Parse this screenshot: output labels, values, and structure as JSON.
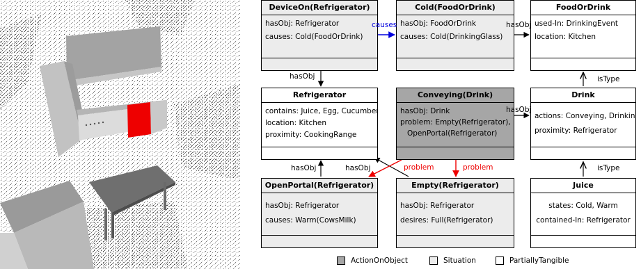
{
  "boxes": {
    "device_on": {
      "title": "DeviceOn(Refrigerator)",
      "lines": [
        "hasObj: Refrigerator",
        "causes: Cold(FoodOrDrink)"
      ]
    },
    "cold": {
      "title": "Cold(FoodOrDrink)",
      "lines": [
        "hasObj: FoodOrDrink",
        "causes: Cold(DrinkingGlass)"
      ]
    },
    "food_or_drink": {
      "title": "FoodOrDrink",
      "lines": [
        "used-In: DrinkingEvent",
        "location: Kitchen"
      ]
    },
    "refrigerator": {
      "title": "Refrigerator",
      "lines": [
        "contains: Juice, Egg, Cucumber",
        "location: Kitchen",
        "proximity: CookingRange"
      ]
    },
    "conveying": {
      "title": "Conveying(Drink)",
      "lines": [
        "hasObj: Drink",
        "problem: Empty(Refrigerator),",
        "OpenPortal(Refrigerator)"
      ]
    },
    "drink": {
      "title": "Drink",
      "lines": [
        "actions: Conveying, Drinking",
        "proximity: Refrigerator"
      ]
    },
    "open_portal": {
      "title": "OpenPortal(Refrigerator)",
      "lines": [
        "hasObj: Refrigerator",
        "causes: Warm(CowsMilk)"
      ]
    },
    "empty": {
      "title": "Empty(Refrigerator)",
      "lines": [
        "hasObj: Refrigerator",
        "desires: Full(Refrigerator)"
      ]
    },
    "juice": {
      "title": "Juice",
      "lines": [
        "states: Cold, Warm",
        "contained-In: Refrigerator"
      ]
    }
  },
  "edge_labels": {
    "causes": "causes",
    "hasobj_cold_fod": "hasObj",
    "hasobj_deviceon_fridge": "hasObj",
    "istype_drink_fod": "isType",
    "hasobj_conveying_drink": "hasObj",
    "hasobj_open_fridge": "hasObj",
    "hasobj_empty_fridge": "hasObj",
    "problem_open": "problem",
    "problem_empty": "problem",
    "istype_juice_drink": "isType"
  },
  "legend": {
    "action": "ActionOnObject",
    "situation": "Situation",
    "tangible": "PartiallyTangible"
  },
  "colors": {
    "action": "#a6a6a6",
    "situation": "#ececec",
    "tangible": "#ffffff",
    "causes_edge": "#0000dd",
    "problem_edge": "#ee0000",
    "fridge_highlight": "#ee0000"
  }
}
